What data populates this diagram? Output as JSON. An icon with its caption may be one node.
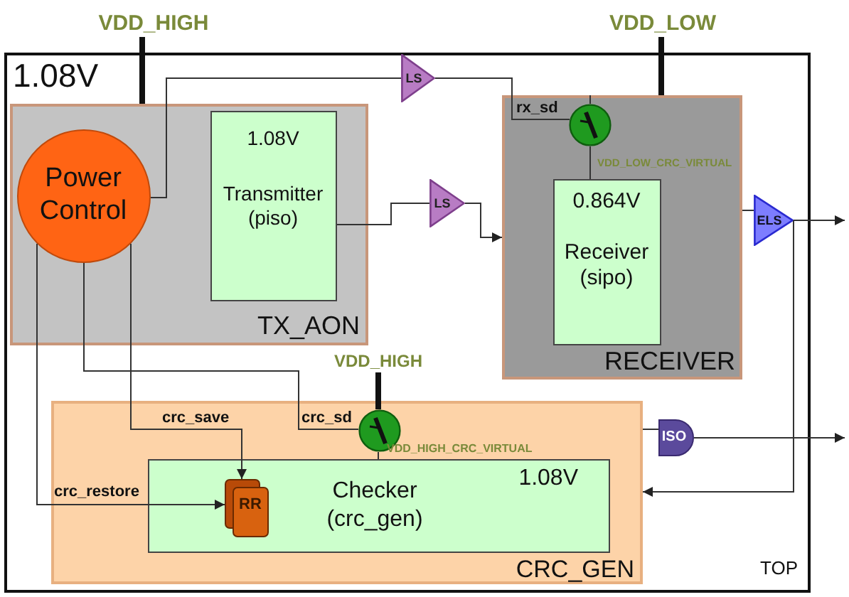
{
  "diagram": {
    "nodes": [
      {
        "text": [
          "VDD_HIGH"
        ]
      },
      {
        "text": [
          "VDD_LOW"
        ]
      },
      {
        "text": [
          "1.08V",
          "TOP"
        ]
      },
      {
        "text": [
          "TX_AON"
        ],
        "in": 2
      },
      {
        "text": [
          "Power Control"
        ],
        "in": 3
      },
      {
        "text": [
          "1.08V",
          "Transmitter (piso)"
        ],
        "in": 3
      },
      {
        "text": [
          "LS"
        ],
        "in": 2
      },
      {
        "text": [
          "RECEIVER"
        ],
        "in": 2
      },
      {
        "text": [],
        "shape": "circle",
        "in": 7
      },
      {
        "text": [
          "0.864V",
          "Receiver (sipo)"
        ],
        "in": 7
      },
      {
        "text": [
          "LS"
        ],
        "in": 2
      },
      {
        "text": [
          "ELS"
        ],
        "in": 2
      },
      {
        "text": [
          "VDD_HIGH"
        ],
        "in": 2
      },
      {
        "text": [
          "CRC_GEN"
        ],
        "in": 2
      },
      {
        "text": [],
        "shape": "circle",
        "in": 13
      },
      {
        "text": [
          "1.08V",
          "Checker (crc_gen)"
        ],
        "in": 13
      },
      {
        "text": [
          "RR"
        ],
        "in": 15
      },
      {
        "text": [
          "ISO"
        ],
        "in": 2
      }
    ],
    "edges": [
      {
        "from": 0,
        "to": 3,
        "arrow": "none",
        "style": "thick"
      },
      {
        "from": 1,
        "to": 7,
        "arrow": "none",
        "style": "thick"
      },
      {
        "from": 7,
        "to": 8,
        "arrow": "none"
      },
      {
        "from": 4,
        "to": 6,
        "arrow": "none"
      },
      {
        "from": 6,
        "to": 8,
        "arrow": "none",
        "label": "rx_sd"
      },
      {
        "from": 8,
        "to": 9,
        "arrow": "none",
        "label": "VDD_LOW_CRC_VIRTUAL"
      },
      {
        "from": 5,
        "to": 10,
        "arrow": "none"
      },
      {
        "from": 10,
        "to": 7,
        "arrow": "to"
      },
      {
        "from": 7,
        "to": 11,
        "arrow": "none"
      },
      {
        "from": 11,
        "to": null,
        "arrow": "to"
      },
      {
        "from": 11,
        "to": 13,
        "arrow": "to"
      },
      {
        "from": 12,
        "to": 14,
        "arrow": "none",
        "style": "thick"
      },
      {
        "from": 4,
        "to": 14,
        "arrow": "none",
        "label": "crc_sd"
      },
      {
        "from": 4,
        "to": 16,
        "arrow": "to",
        "label": "crc_save"
      },
      {
        "from": 4,
        "to": 16,
        "arrow": "to",
        "label": "crc_restore"
      },
      {
        "from": 14,
        "to": 15,
        "arrow": "none",
        "label": "VDD_HIGH_CRC_VIRTUAL"
      },
      {
        "from": 13,
        "to": 17,
        "arrow": "none"
      },
      {
        "from": 17,
        "to": null,
        "arrow": "to"
      }
    ]
  }
}
